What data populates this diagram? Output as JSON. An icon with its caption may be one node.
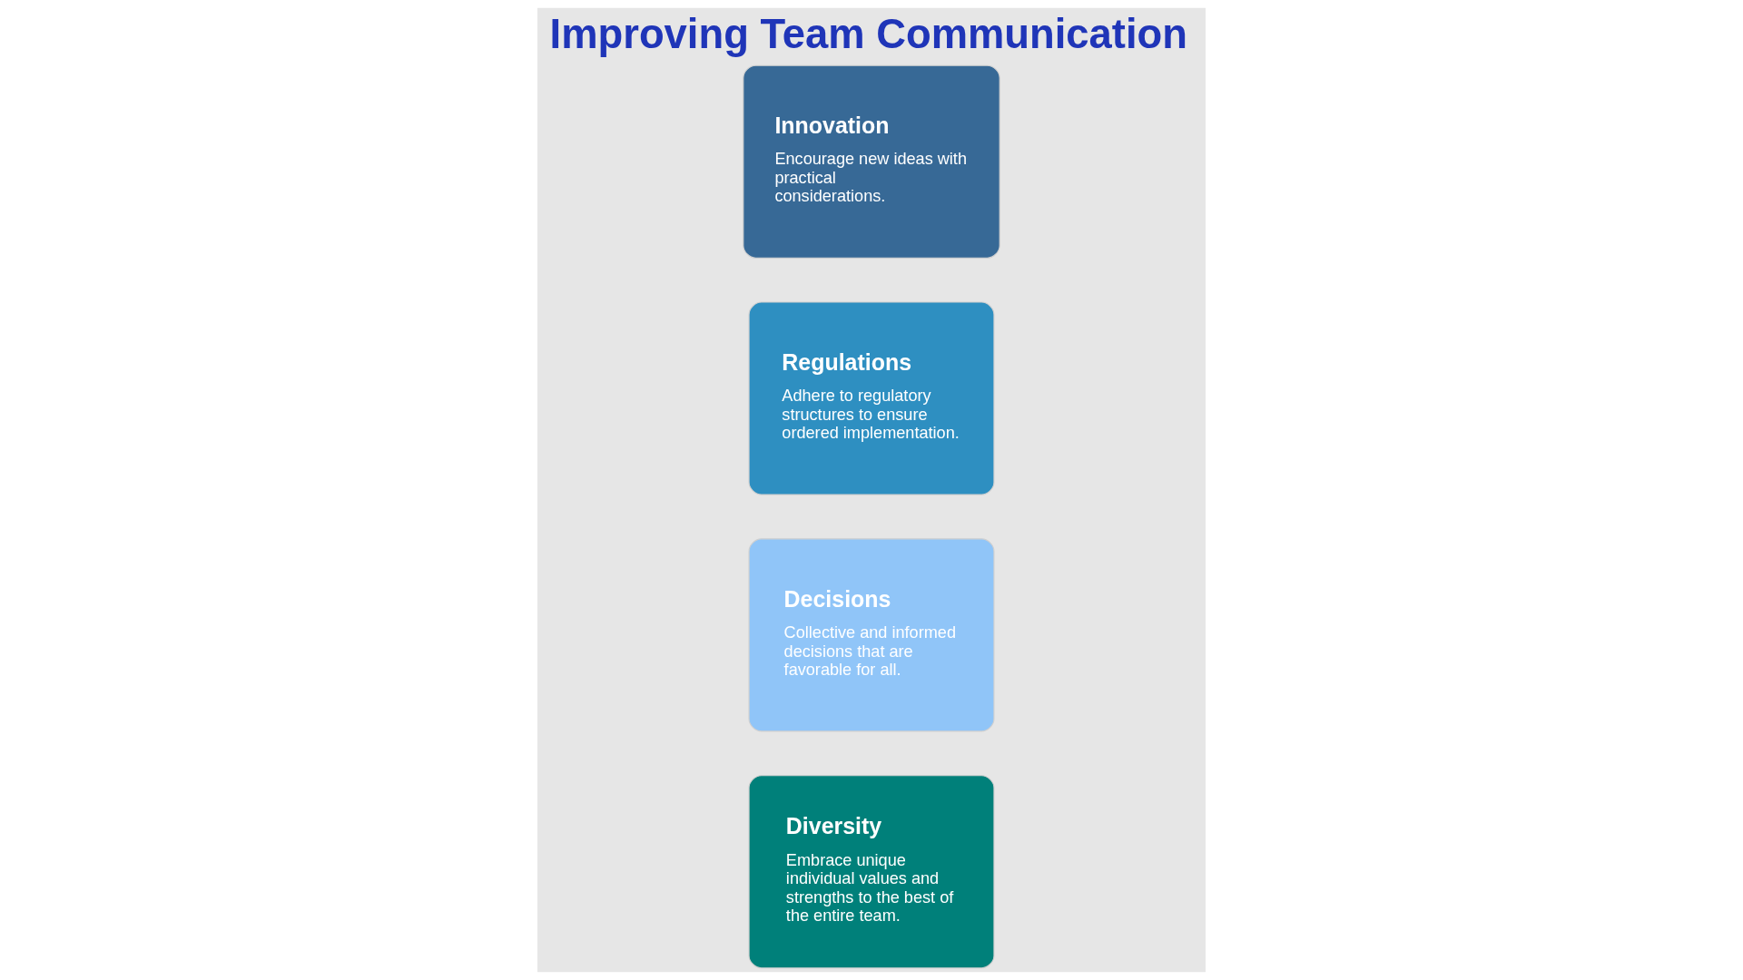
{
  "diagram": {
    "title": "Improving Team Communication",
    "nodes": [
      {
        "text": [
          "Innovation",
          "Encourage new ideas with practical considerations."
        ]
      },
      {
        "text": [
          "Regulations",
          "Adhere to regulatory structures to ensure ordered implementation."
        ]
      },
      {
        "text": [
          "Decisions",
          "Collective and informed decisions that are favorable for all."
        ]
      },
      {
        "text": [
          "Diversity",
          "Embrace unique individual values and strengths to the best of the entire team."
        ]
      }
    ],
    "edges": []
  }
}
